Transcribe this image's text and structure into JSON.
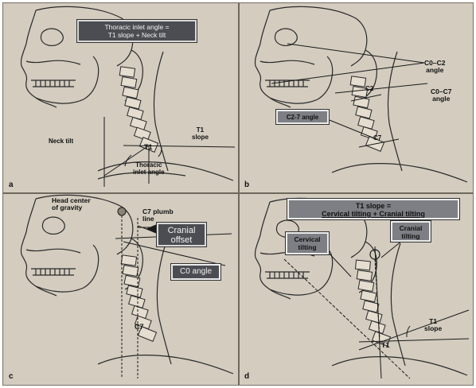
{
  "panels": {
    "a": {
      "letter": "a",
      "box_line1": "Thoracic inlet angle =",
      "box_line2": "T1 slope + Neck tilt",
      "neck_tilt": "Neck tilt",
      "t1_slope_1": "T1",
      "t1_slope_2": "slope",
      "t1": "T1",
      "inlet_1": "Thoracic",
      "inlet_2": "inlet angle"
    },
    "b": {
      "letter": "b",
      "c0c2_1": "C0–C2",
      "c0c2_2": "angle",
      "c0c7_1": "C0–C7",
      "c0c7_2": "angle",
      "c2_7_box": "C2-7 angle",
      "c2": "C2",
      "c7": "C7"
    },
    "c": {
      "letter": "c",
      "head_1": "Head center",
      "head_2": "of gravity",
      "plumb_1": "C7 plumb",
      "plumb_2": "line",
      "offset_1": "Cranial",
      "offset_2": "offset",
      "c0_box": "C0 angle",
      "c7": "C7"
    },
    "d": {
      "letter": "d",
      "box_line1": "T1 slope =",
      "box_line2": "Cervical tilting + Cranial tilting",
      "cervical_1": "Cervical",
      "cervical_2": "tilting",
      "cranial_1": "Cranial",
      "cranial_2": "tilting",
      "t1_slope_1": "T1",
      "t1_slope_2": "slope",
      "t1": "T1"
    }
  },
  "colors": {
    "background": "#d3ccbf",
    "ink": "#2a2a2a",
    "box_dark": "#4b4d52",
    "box_light": "#7d7f84"
  }
}
